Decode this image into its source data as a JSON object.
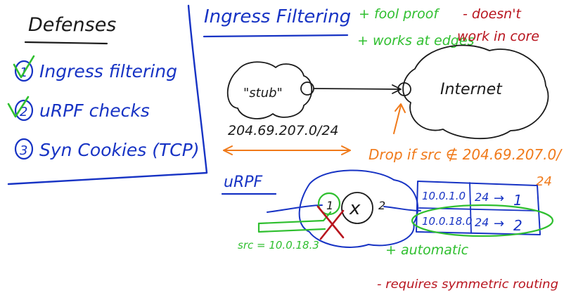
{
  "defenses": {
    "title": "Defenses",
    "items": [
      {
        "number": "1",
        "label": "Ingress filtering",
        "checked": true
      },
      {
        "number": "2",
        "label": "uRPF checks",
        "checked": true
      },
      {
        "number": "3",
        "label": "Syn Cookies (TCP)",
        "checked": false
      }
    ]
  },
  "ingress": {
    "heading": "Ingress Filtering",
    "pros": [
      "+ fool proof",
      "+ works at edges"
    ],
    "cons": [
      "- doesn't",
      "work in core"
    ],
    "stub_label": "\"stub\"",
    "internet_label": "Internet",
    "prefix": "204.69.207.0/24",
    "drop_rule_line1": "Drop if src ∉ 204.69.207.0/",
    "drop_rule_line2": "24"
  },
  "urpf": {
    "heading": "uRPF",
    "router_symbol": "x",
    "port_left": "1",
    "port_right": "2",
    "routes": [
      {
        "prefix": "10.0.1.0",
        "len": "24",
        "arrow": "→",
        "port": "1"
      },
      {
        "prefix": "10.0.18.0",
        "len": "24",
        "arrow": "→",
        "port": "2"
      }
    ],
    "src_label": "src = 10.0.18.3",
    "pro": "+ automatic",
    "con": "- requires symmetric routing"
  },
  "colors": {
    "ink_black": "#1a1a1a",
    "ink_blue": "#1733c4",
    "ink_green": "#2fbf2f",
    "ink_red": "#b8141e",
    "ink_orange": "#f07a1a"
  }
}
